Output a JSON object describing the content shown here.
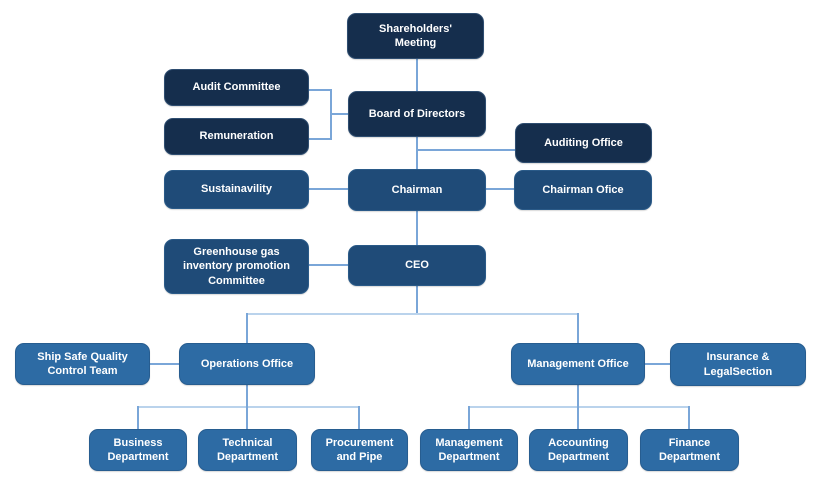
{
  "palette": {
    "dark_navy": "#152e4d",
    "medium_navy": "#1f4b78",
    "steel_blue": "#2d6ba4",
    "connector": "#7aa6d8",
    "connector_light": "#bad3ec",
    "text_color": "#ffffff",
    "background": "#ffffff"
  },
  "nodes": {
    "shareholders_meeting": {
      "label": "Shareholders'\nMeeting"
    },
    "audit_committee": {
      "label": "Audit Committee"
    },
    "board_of_directors": {
      "label": "Board of Directors"
    },
    "remuneration": {
      "label": "Remuneration"
    },
    "auditing_office": {
      "label": "Auditing Office"
    },
    "sustainavility": {
      "label": "Sustainavility"
    },
    "chairman": {
      "label": "Chairman"
    },
    "chairman_ofice": {
      "label": "Chairman Ofice"
    },
    "greenhouse_committee": {
      "label": "Greenhouse gas\ninventory promotion\nCommittee"
    },
    "ceo": {
      "label": "CEO"
    },
    "ship_safe_quality_control_team": {
      "label": "Ship Safe Quality\nControl Team"
    },
    "operations_office": {
      "label": "Operations Office"
    },
    "management_office": {
      "label": "Management Office"
    },
    "insurance_legal_section": {
      "label": "Insurance &\nLegalSection"
    },
    "business_department": {
      "label": "Business\nDepartment"
    },
    "technical_department": {
      "label": "Technical\nDepartment"
    },
    "procurement_and_pipe": {
      "label": "Procurement\nand Pipe"
    },
    "management_department": {
      "label": "Management\nDepartment"
    },
    "accounting_department": {
      "label": "Accounting\nDepartment"
    },
    "finance_department": {
      "label": "Finance\nDepartment"
    }
  }
}
